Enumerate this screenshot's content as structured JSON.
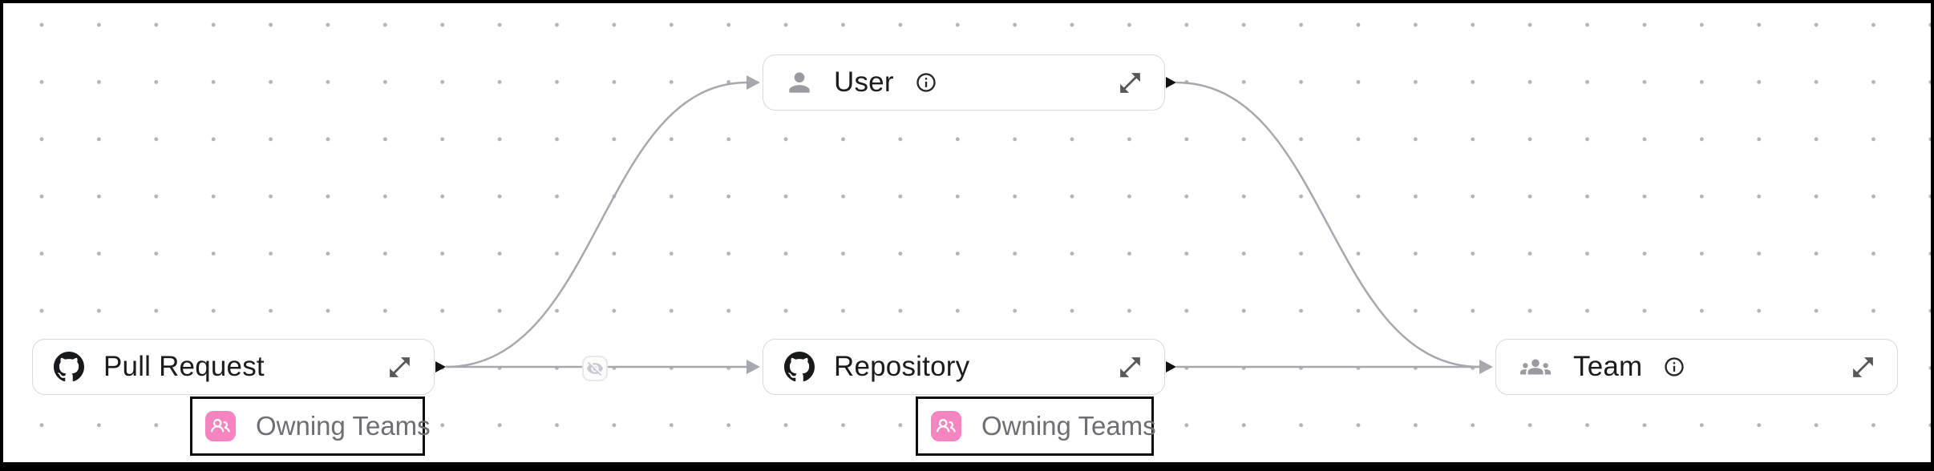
{
  "diagram": {
    "nodes": [
      {
        "id": "pull-request",
        "label": "Pull Request",
        "icon": "github-icon",
        "has_info": false,
        "has_expand": true
      },
      {
        "id": "user",
        "label": "User",
        "icon": "person-icon",
        "has_info": true,
        "has_expand": true
      },
      {
        "id": "repository",
        "label": "Repository",
        "icon": "github-icon",
        "has_info": false,
        "has_expand": true
      },
      {
        "id": "team",
        "label": "Team",
        "icon": "team-group-icon",
        "has_info": true,
        "has_expand": true
      }
    ],
    "attribute_badges": [
      {
        "label": "Owning Teams",
        "icon": "owning-teams-people-icon",
        "attached_to": "pull-request",
        "highlighted": true
      },
      {
        "label": "Owning Teams",
        "icon": "owning-teams-people-icon",
        "attached_to": "repository",
        "highlighted": true
      }
    ],
    "edges": [
      {
        "from": "pull-request",
        "to": "user",
        "style": "curved"
      },
      {
        "from": "pull-request",
        "to": "repository",
        "style": "straight",
        "badge": "eye-off-hidden-icon"
      },
      {
        "from": "user",
        "to": "team",
        "style": "curved"
      },
      {
        "from": "repository",
        "to": "team",
        "style": "straight"
      }
    ],
    "colors": {
      "edge": "#a7a7ae",
      "node_border": "#d9d9db",
      "node_text": "#1c1c1e",
      "node_icon_gray": "#9a9aa0",
      "github_icon": "#17191d",
      "badge_pink": "#f585c0",
      "badge_text": "#6e6e74",
      "highlight_border": "#0b0b0b",
      "grid_dot": "#b4b4b8",
      "source_handle": "#111111"
    }
  }
}
